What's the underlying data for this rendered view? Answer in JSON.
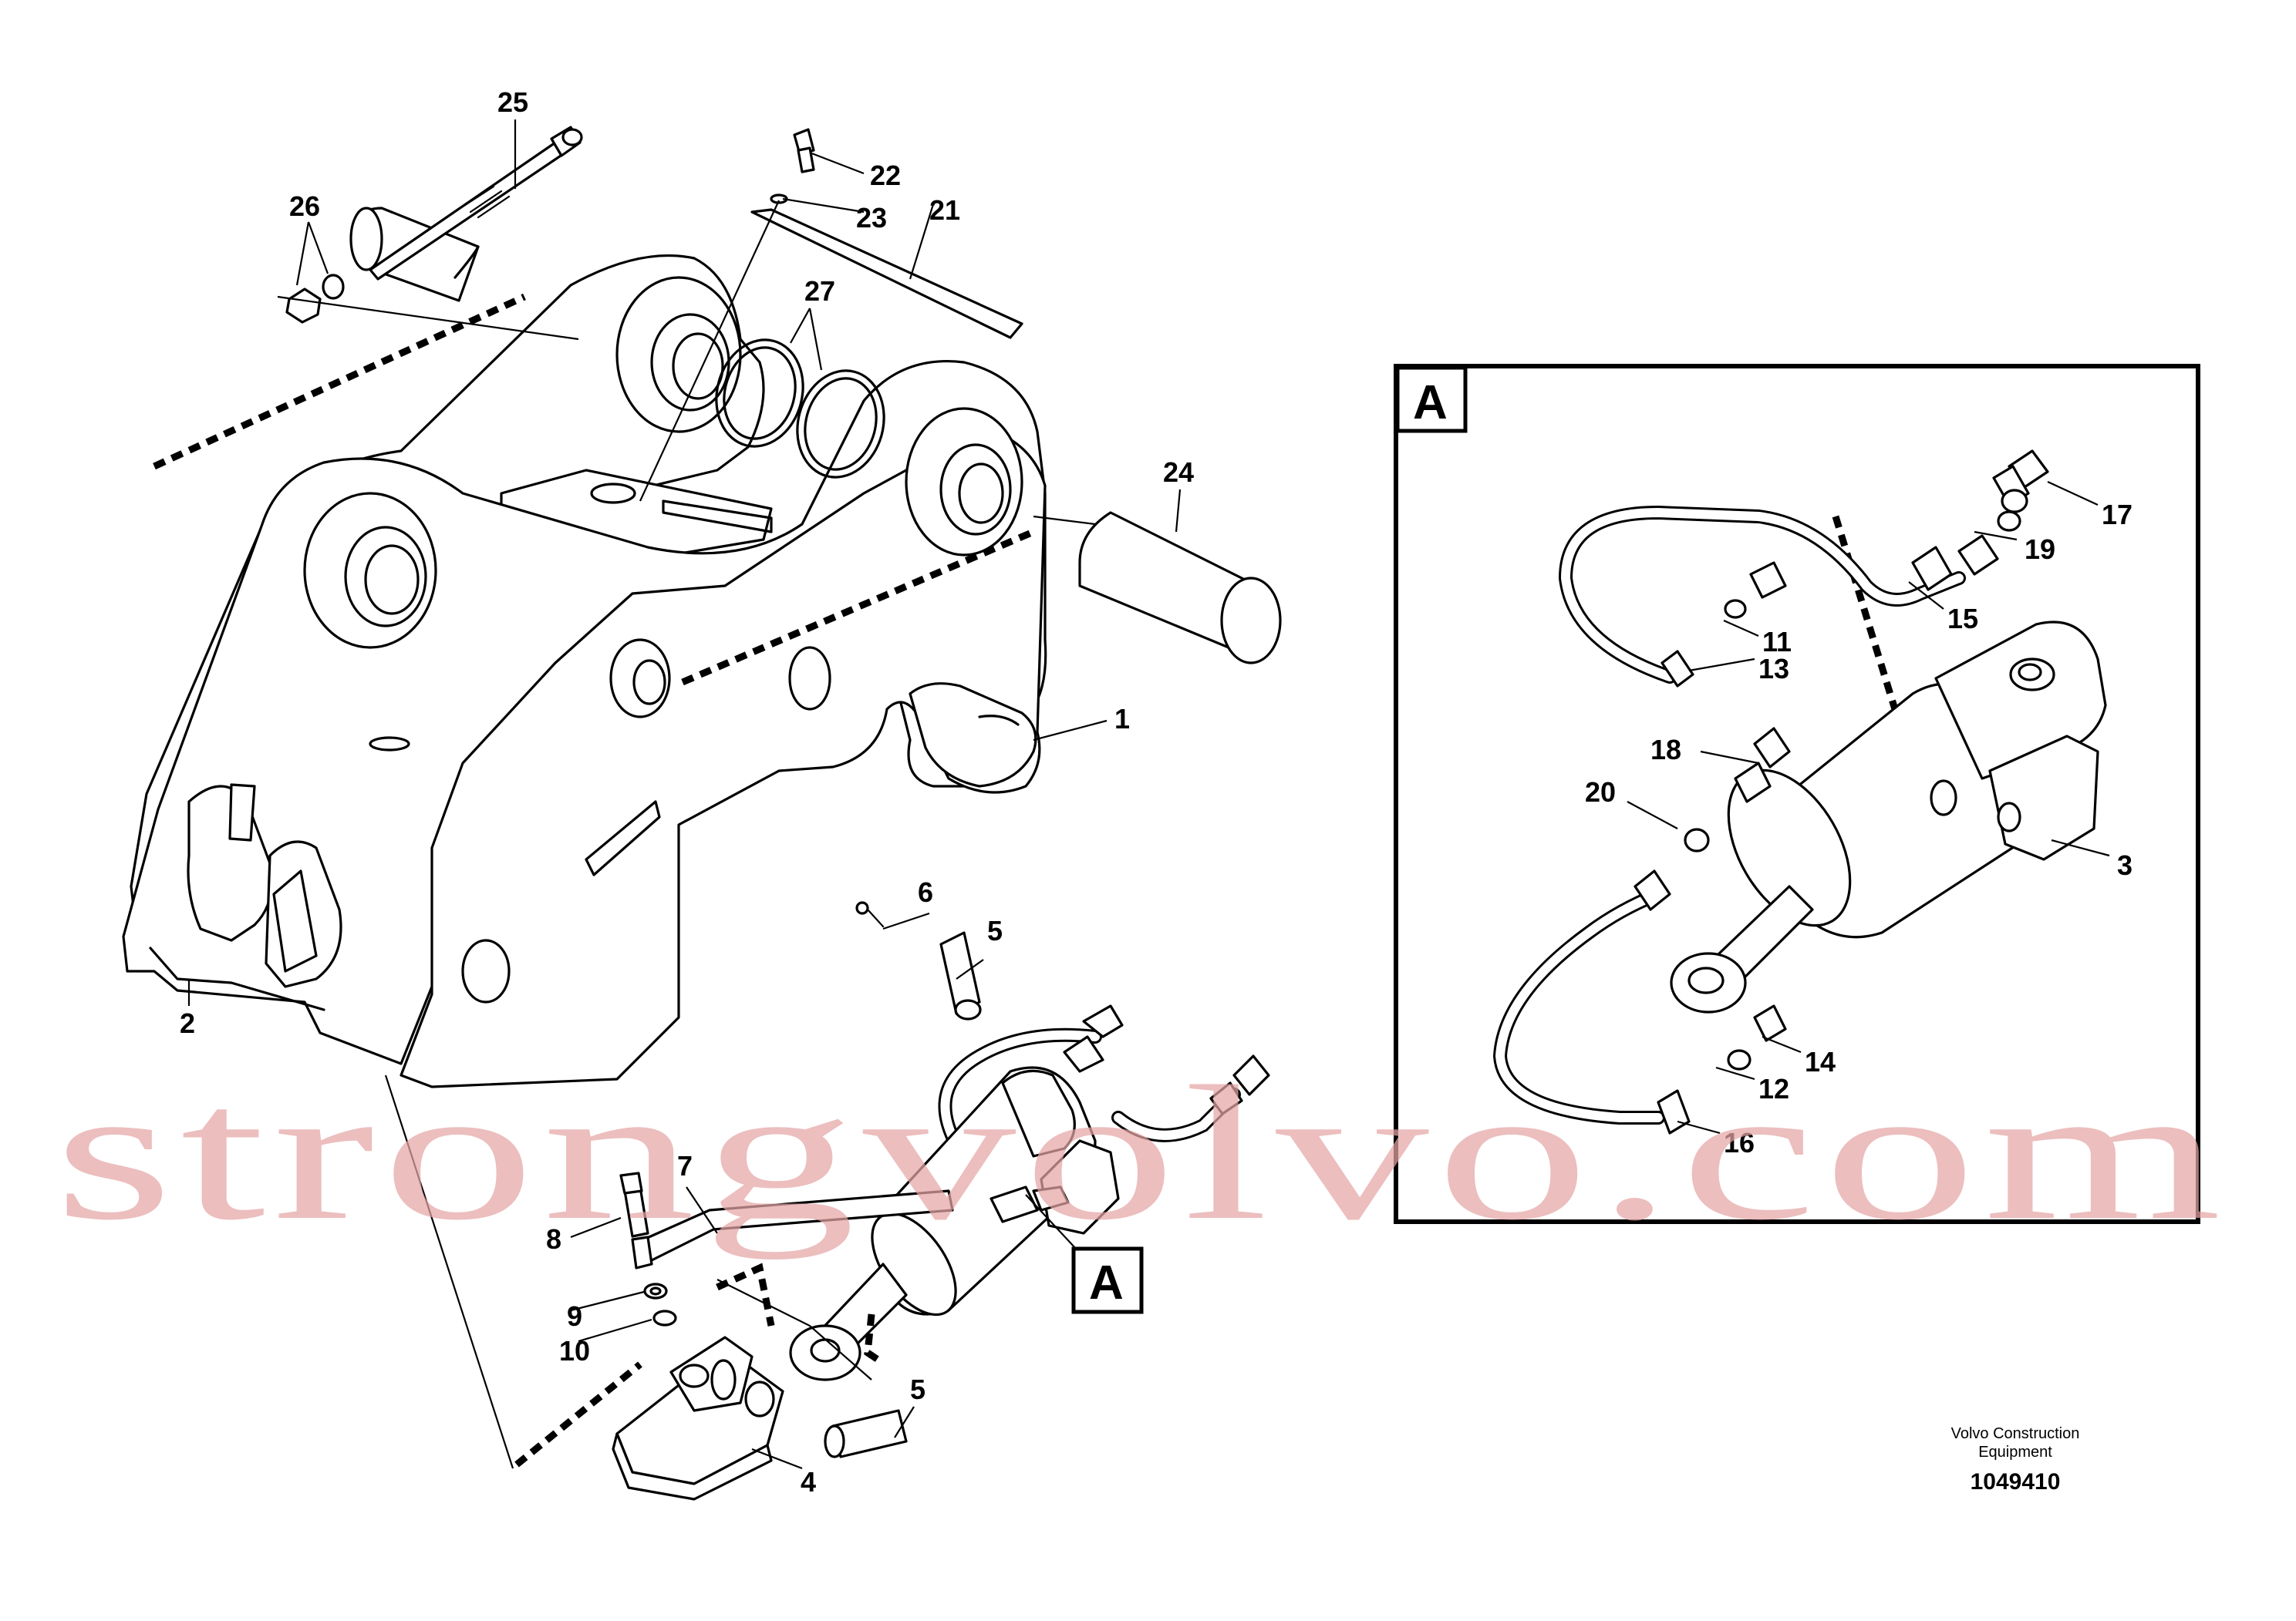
{
  "callouts": {
    "c1": "1",
    "c2": "2",
    "c3": "3",
    "c4": "4",
    "c5a": "5",
    "c5b": "5",
    "c6": "6",
    "c7": "7",
    "c8": "8",
    "c9": "9",
    "c10": "10",
    "c11": "11",
    "c12": "12",
    "c13": "13",
    "c14": "14",
    "c15": "15",
    "c16": "16",
    "c17": "17",
    "c18": "18",
    "c19": "19",
    "c20": "20",
    "c21": "21",
    "c22": "22",
    "c23": "23",
    "c24": "24",
    "c25": "25",
    "c26": "26",
    "c27": "27"
  },
  "detail_marker": {
    "inset_label": "A",
    "main_label": "A"
  },
  "footer": {
    "company_line1": "Volvo Construction",
    "company_line2": "Equipment",
    "drawing_number": "1049410"
  },
  "watermark": "strongvolvo.com"
}
